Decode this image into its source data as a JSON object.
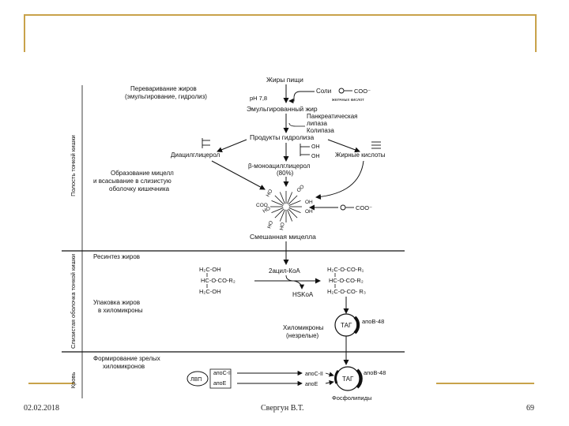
{
  "sidebar": {
    "intestine_cavity": "Полость тонкой кишки",
    "mucosa": "Слизистая оболочка тонкой кишки",
    "blood": "Кровь"
  },
  "stages": {
    "digestion_1": "Переваривание жиров",
    "digestion_2": "(эмульгирование, гидролиз)",
    "micelle_1": "Образование мицелл",
    "micelle_2": "и всасывание в слизистую",
    "micelle_3": "оболочку кишечника",
    "resynthesis": "Ресинтез жиров",
    "packing_1": "Упаковка жиров",
    "packing_2": "в хиломикроны",
    "mature_1": "Формирование зрелых",
    "mature_2": "хиломикронов"
  },
  "cavity": {
    "food_fats": "Жиры пищи",
    "bile_salts": "Соли",
    "bile_acids": "желчных кислот",
    "coo": "COO⁻",
    "ph": "pH 7,8",
    "emulsified": "Эмульгированный жир",
    "enzyme_1": "Панкреатическая",
    "enzyme_2": "липаза",
    "enzyme_3": "Колипаза",
    "products": "Продукты гидролиза",
    "diacyl": "Диацилглицерол",
    "monoacyl": "β-моноацилглицерол",
    "monoacyl_pct": "(80%)",
    "fatty_acids": "Жирные кислоты",
    "oh": "OH",
    "mixed_micelle": "Смешанная мицелла",
    "micelle_labels": [
      "HO",
      "HO",
      "HO",
      "HO",
      "COO",
      "OH",
      "OH",
      "OO"
    ]
  },
  "mucosa": {
    "acyl_coa": "2ацил-КоА",
    "hskoa": "HSKoA",
    "left_1": "H₂C-OH",
    "left_2": "HC-O-CO-R₂",
    "left_3": "H₂C-OH",
    "right_1": "H₂C-O-CO-R₁",
    "right_2": "HC-O-CO-R₂",
    "right_3": "H₂C-O-CO- R₃",
    "tag": "ТАГ",
    "apob48": "апоВ-48",
    "chylo_1": "Хиломикроны",
    "chylo_2": "(незрелые)"
  },
  "blood": {
    "hdl": "ЛВП",
    "apoc2_left": "апоС-II",
    "apoe_left": "апоЕ",
    "apoc2_right": "апоС-II",
    "apoe_right": "апоЕ",
    "tag": "ТАГ",
    "apob48": "апоВ-48",
    "phospholipids": "Фосфолипиды"
  },
  "footer": {
    "date": "02.02.2018",
    "author": "Свергун В.Т.",
    "page": "69"
  }
}
